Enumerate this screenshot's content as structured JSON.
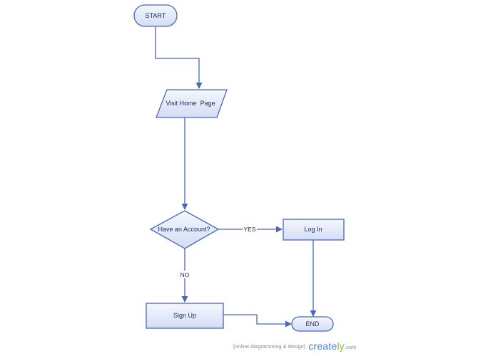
{
  "colors": {
    "stroke": "#4a67b5",
    "fill_top": "#f4f7fd",
    "fill_bottom": "#d3ddf4",
    "text": "#1a2a5c"
  },
  "nodes": {
    "start": {
      "label": "START",
      "shape": "terminator"
    },
    "visit_home": {
      "label": "Visit Home  Page",
      "shape": "parallelogram"
    },
    "decision": {
      "label": "Have an Account?",
      "shape": "diamond"
    },
    "login": {
      "label": "Log In",
      "shape": "process"
    },
    "signup": {
      "label": "Sign Up",
      "shape": "process"
    },
    "end": {
      "label": "END",
      "shape": "terminator"
    }
  },
  "edges": {
    "yes_label": "YES",
    "no_label": "NO"
  },
  "footer": {
    "tag": "[online diagramming & design]",
    "brand_main": "create",
    "brand_accent": "ly",
    "brand_suffix": ".com"
  }
}
